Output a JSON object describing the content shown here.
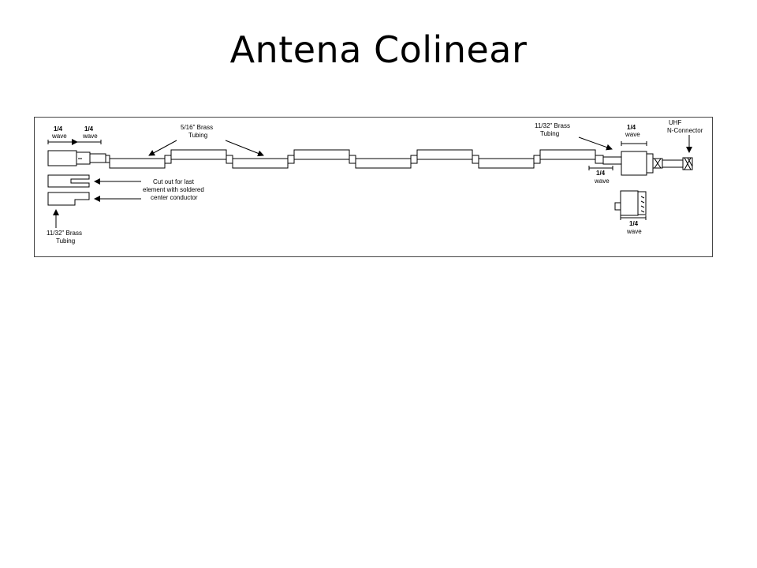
{
  "slide": {
    "title": "Antena Colinear"
  },
  "diagram": {
    "quarter": "1/4",
    "wave": "wave",
    "brass_516": [
      "5/16\" Brass",
      "Tubing"
    ],
    "brass_1132_top": [
      "11/32\" Brass",
      "Tubing"
    ],
    "brass_1132_bottom": [
      "11/32\" Brass",
      "Tubing"
    ],
    "cutout_note": [
      "Cut out for last",
      "element with soldered",
      "center conductor"
    ],
    "connector": [
      "UHF",
      "N-Connector"
    ]
  }
}
